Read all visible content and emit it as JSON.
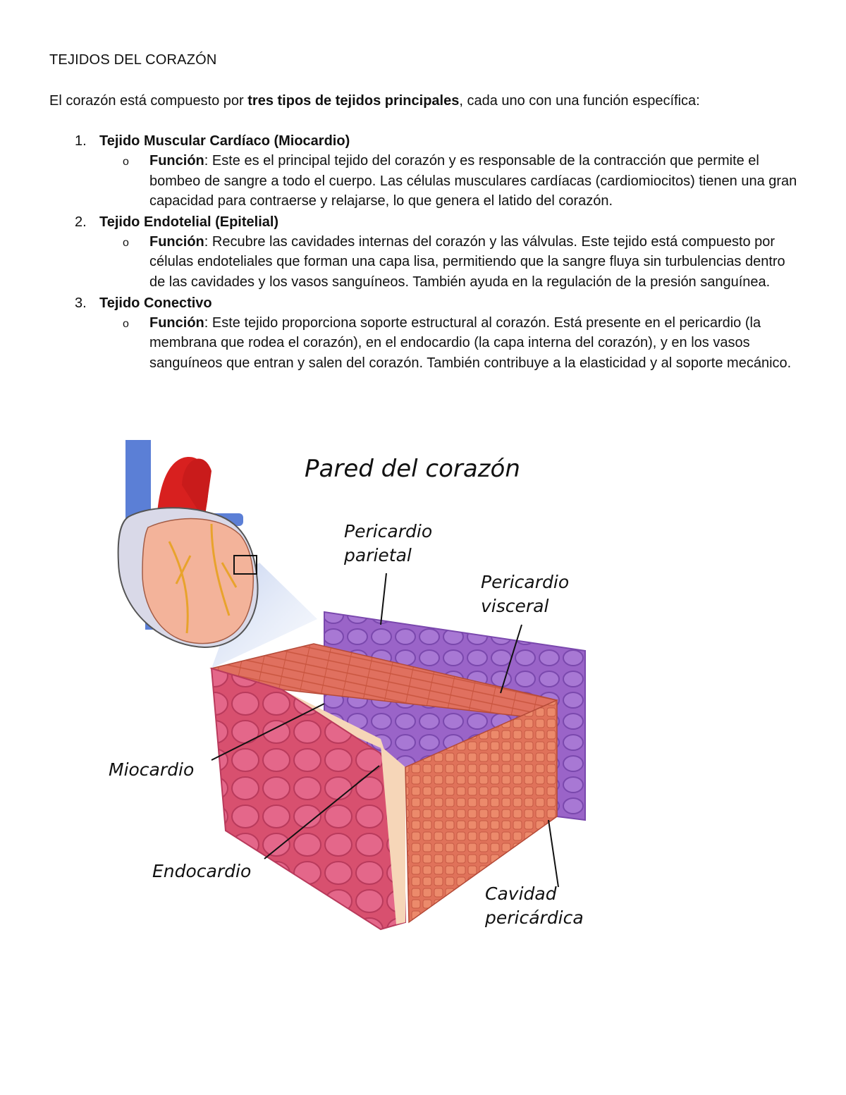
{
  "document": {
    "title": "TEJIDOS DEL CORAZÓN",
    "intro_before": "El corazón está compuesto por ",
    "intro_bold": "tres tipos de tejidos principales",
    "intro_after": ", cada uno con una función específica:",
    "function_label": "Función",
    "items": [
      {
        "number": "1.",
        "heading": "Tejido Muscular Cardíaco (Miocardio)",
        "function_text": ": Este es el principal tejido del corazón y es responsable de la contracción que permite el bombeo de sangre a todo el cuerpo. Las células musculares cardíacas (cardiomiocitos) tienen una gran capacidad para contraerse y relajarse, lo que genera el latido del corazón."
      },
      {
        "number": "2.",
        "heading": "Tejido Endotelial (Epitelial)",
        "function_text": ": Recubre las cavidades internas del corazón y las válvulas. Este tejido está compuesto por células endoteliales que forman una capa lisa, permitiendo que la sangre fluya sin turbulencias dentro de las cavidades y los vasos sanguíneos. También ayuda en la regulación de la presión sanguínea."
      },
      {
        "number": "3.",
        "heading": "Tejido Conectivo",
        "function_text": ": Este tejido proporciona soporte estructural al corazón. Está presente en el pericardio (la membrana que rodea el corazón), en el endocardio (la capa interna del corazón), y en los vasos sanguíneos que entran y salen del corazón. También contribuye a la elasticidad y al soporte mecánico."
      }
    ]
  },
  "figure": {
    "title": "Pared del corazón",
    "labels": {
      "pericardio_parietal_1": "Pericardio",
      "pericardio_parietal_2": "parietal",
      "pericardio_visceral_1": "Pericardio",
      "pericardio_visceral_2": "visceral",
      "miocardio": "Miocardio",
      "endocardio": "Endocardio",
      "cavidad_1": "Cavidad",
      "cavidad_2": "pericárdica"
    },
    "colors": {
      "aorta": "#d8201f",
      "vena": "#5b7fd6",
      "heart": "#f3b39a",
      "muscle": "#e0705f",
      "muscle_side": "#d8506f",
      "pericardium": "#9a64c8",
      "endocardium": "#f6d6b8"
    }
  }
}
